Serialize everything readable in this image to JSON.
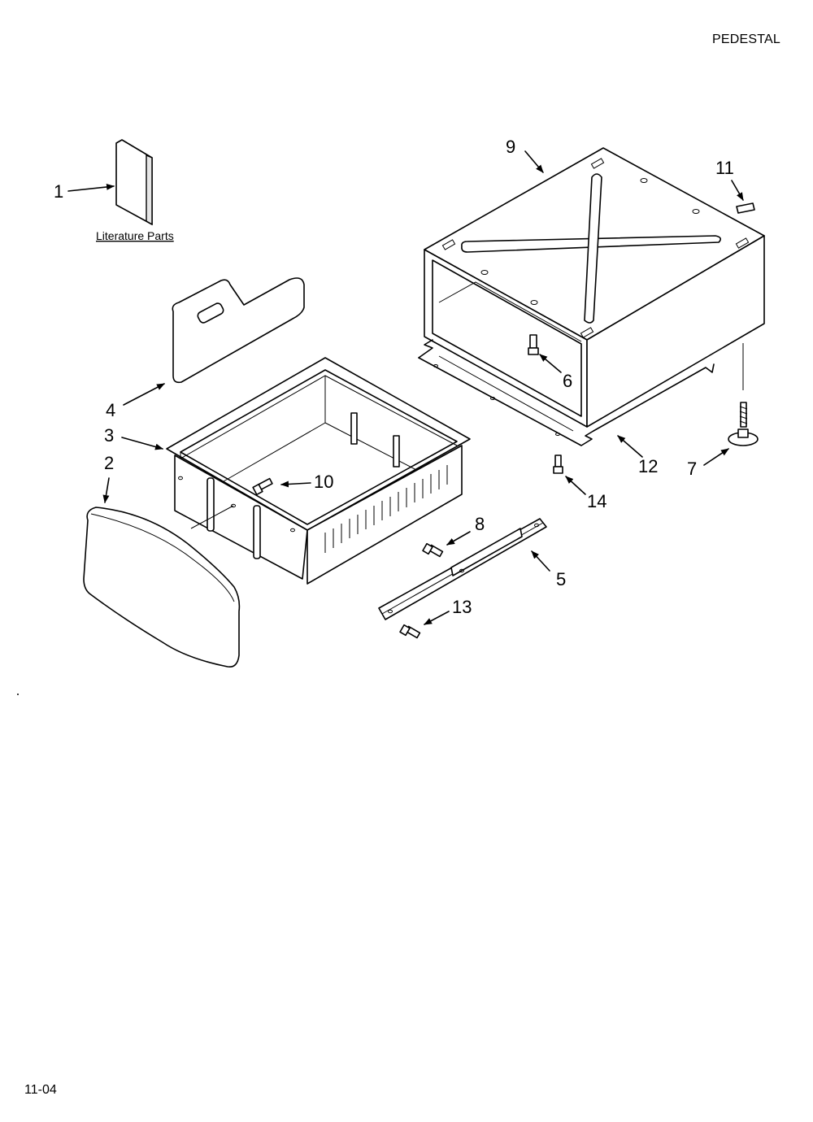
{
  "header": {
    "section_title": "PEDESTAL"
  },
  "footer": {
    "revision": "11-04"
  },
  "literature": {
    "label": "Literature Parts"
  },
  "callouts": [
    {
      "id": "1",
      "label": "1"
    },
    {
      "id": "2",
      "label": "2"
    },
    {
      "id": "3",
      "label": "3"
    },
    {
      "id": "4",
      "label": "4"
    },
    {
      "id": "5",
      "label": "5"
    },
    {
      "id": "6",
      "label": "6"
    },
    {
      "id": "7",
      "label": "7"
    },
    {
      "id": "8",
      "label": "8"
    },
    {
      "id": "9",
      "label": "9"
    },
    {
      "id": "10",
      "label": "10"
    },
    {
      "id": "11",
      "label": "11"
    },
    {
      "id": "12",
      "label": "12"
    },
    {
      "id": "13",
      "label": "13"
    },
    {
      "id": "14",
      "label": "14"
    }
  ]
}
